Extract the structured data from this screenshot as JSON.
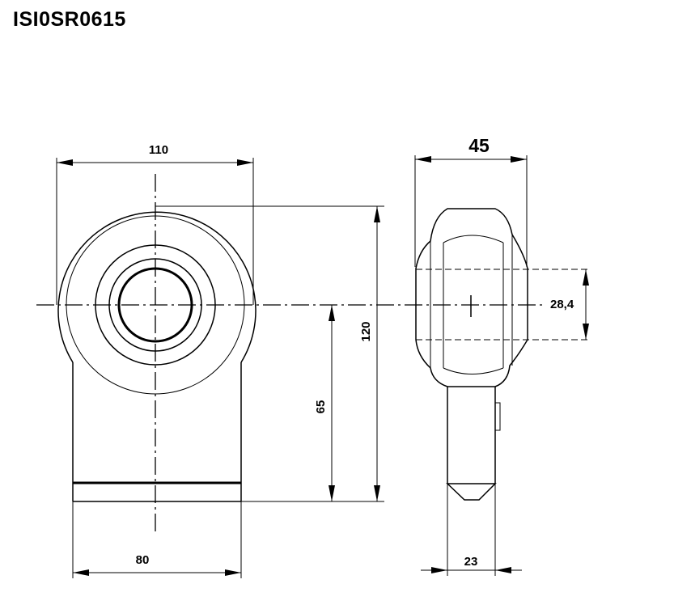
{
  "title": "ISI0SR0615",
  "dimensions": {
    "width_top": "110",
    "width_bottom": "80",
    "height_total": "120",
    "height_center": "65",
    "thickness_ball": "45",
    "bore": "28,4",
    "shank": "23"
  }
}
